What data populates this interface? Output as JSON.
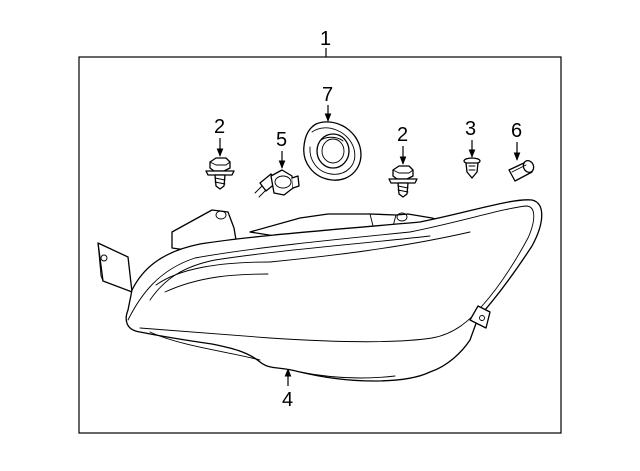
{
  "callouts": {
    "c1": "1",
    "c2a": "2",
    "c2b": "2",
    "c3": "3",
    "c4": "4",
    "c5": "5",
    "c6": "6",
    "c7": "7"
  }
}
